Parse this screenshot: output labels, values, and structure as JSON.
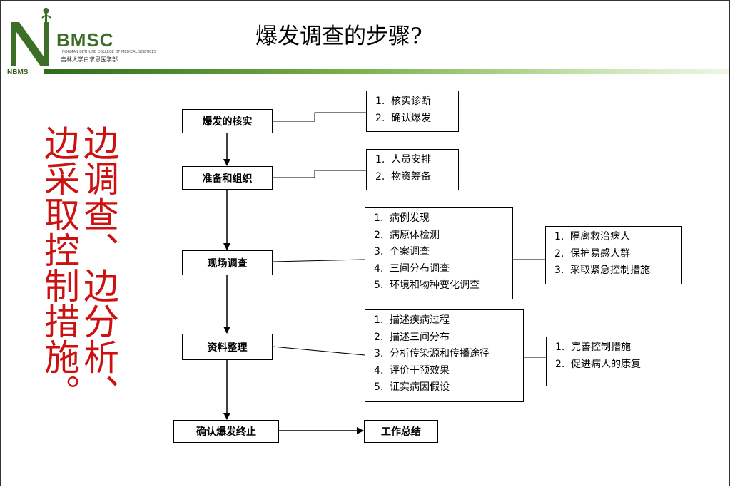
{
  "header": {
    "logo_text": "BMSC",
    "logo_subtext_en": "NORMAN BETHUNE COLLEGE OF MEDICAL SCIENCES",
    "logo_subtext_cn": "吉林大学白求恩医学部",
    "brand_small": "NBMS",
    "title": "爆发调查的步骤?",
    "accent_color": "#3d6e28"
  },
  "side_text": {
    "column_right": "边调查、边分析、",
    "column_left": "边采取控制措施。",
    "color": "#cc1111"
  },
  "flow": {
    "steps": [
      {
        "label": "爆发的核实"
      },
      {
        "label": "准备和组织"
      },
      {
        "label": "现场调查"
      },
      {
        "label": "资料整理"
      },
      {
        "label": "确认爆发终止"
      }
    ],
    "details": [
      {
        "items": [
          {
            "n": "1.",
            "text": "核实诊断"
          },
          {
            "n": "2.",
            "text": "确认爆发"
          }
        ]
      },
      {
        "items": [
          {
            "n": "1.",
            "text": "人员安排"
          },
          {
            "n": "2.",
            "text": "物资筹备"
          }
        ]
      },
      {
        "items": [
          {
            "n": "1.",
            "text": "病例发现"
          },
          {
            "n": "2.",
            "text": "病原体检测"
          },
          {
            "n": "3.",
            "text": "个案调查"
          },
          {
            "n": "4.",
            "text": "三间分布调查"
          },
          {
            "n": "5.",
            "text": "环境和物种变化调查"
          }
        ]
      },
      {
        "items": [
          {
            "n": "1.",
            "text": "描述疾病过程"
          },
          {
            "n": "2.",
            "text": "描述三间分布"
          },
          {
            "n": "3.",
            "text": "分析传染源和传播途径"
          },
          {
            "n": "4.",
            "text": "评价干预效果"
          },
          {
            "n": "5.",
            "text": "证实病因假设"
          }
        ]
      }
    ],
    "measures": [
      {
        "items": [
          {
            "n": "1.",
            "text": "隔离救治病人"
          },
          {
            "n": "2.",
            "text": "保护易感人群"
          },
          {
            "n": "3.",
            "text": "采取紧急控制措施"
          }
        ]
      },
      {
        "items": [
          {
            "n": "1.",
            "text": "完善控制措施"
          },
          {
            "n": "2.",
            "text": "促进病人的康复"
          }
        ]
      }
    ],
    "final": {
      "label": "工作总结"
    }
  }
}
